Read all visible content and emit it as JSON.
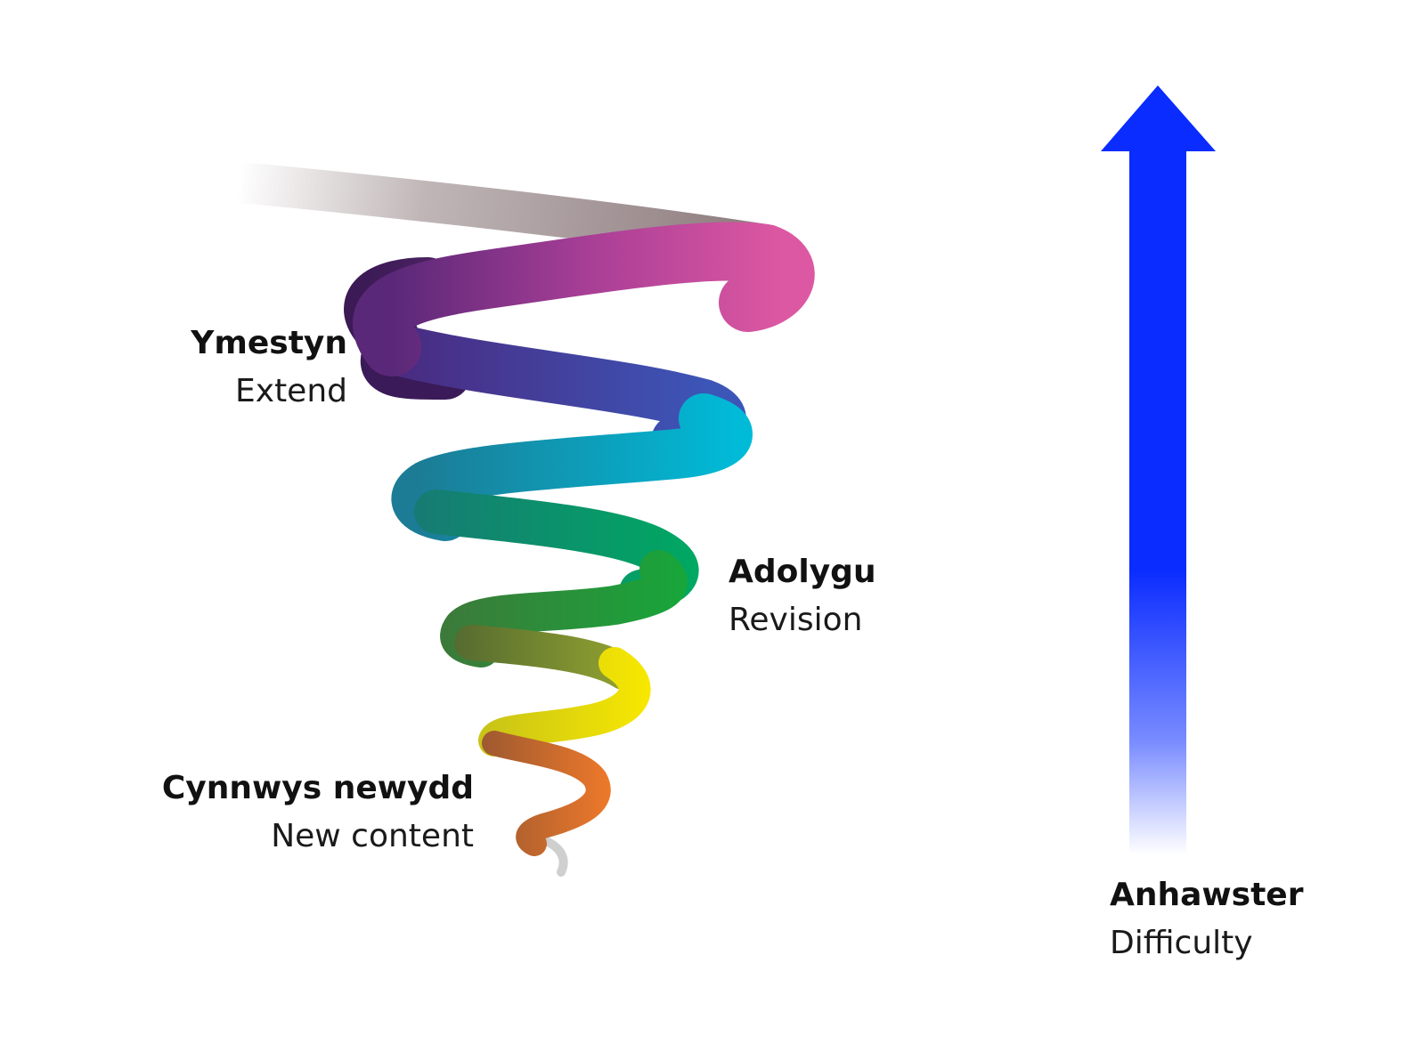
{
  "labels": {
    "extend": {
      "welsh": "Ymestyn",
      "english": "Extend"
    },
    "revision": {
      "welsh": "Adolygu",
      "english": "Revision"
    },
    "new_content": {
      "welsh": "Cynnwys newydd",
      "english": "New content"
    },
    "difficulty": {
      "welsh": "Anhawster",
      "english": "Difficulty"
    }
  },
  "colors": {
    "arrow": "#0a2cff",
    "spiral": [
      "#8c7a7c",
      "#d8509c",
      "#4a2070",
      "#3d4fb0",
      "#00b6d6",
      "#00a86b",
      "#1aa83a",
      "#6b8a3a",
      "#f5e400",
      "#f07a2a",
      "#c8c8c8"
    ]
  }
}
